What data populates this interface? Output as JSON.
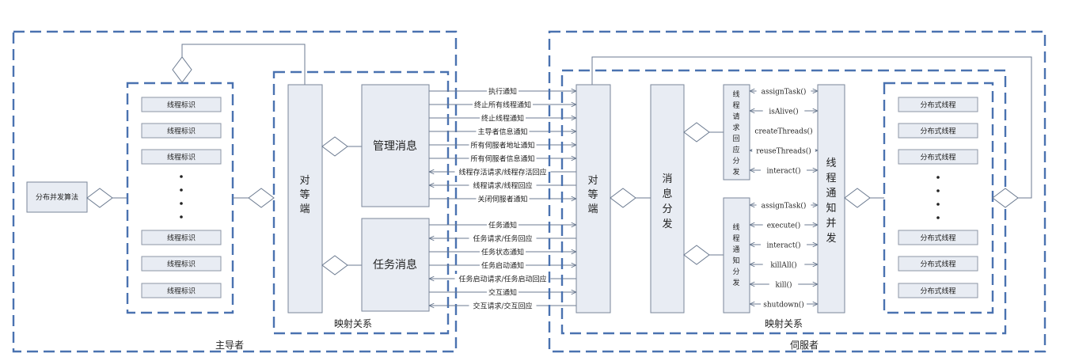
{
  "leader": {
    "caption": "主导者",
    "algorithm": "分布并发算法",
    "thread_ids": [
      "线程标识",
      "线程标识",
      "线程标识",
      "线程标识",
      "线程标识",
      "线程标识"
    ],
    "mapping_caption": "映射关系",
    "peer": [
      "对",
      "等",
      "端"
    ],
    "management_msg": "管理消息",
    "task_msg": "任务消息"
  },
  "messages": {
    "management": [
      "执行通知",
      "终止所有线程通知",
      "终止线程通知",
      "主导者信息通知",
      "所有伺服者地址通知",
      "所有伺服者信息通知",
      "线程存活请求/线程存活回应",
      "线程请求/线程回应",
      "关闭伺服者通知"
    ],
    "management_dir": [
      "right",
      "right",
      "right",
      "right",
      "right",
      "right",
      "left",
      "left",
      "right"
    ],
    "task": [
      "任务通知",
      "任务请求/任务回应",
      "任务状态通知",
      "任务启动通知",
      "任务启动请求/任务启动回应",
      "交互通知",
      "交互请求/交互回应"
    ],
    "task_dir": [
      "right",
      "left",
      "right",
      "right",
      "left",
      "right",
      "left"
    ]
  },
  "server": {
    "caption": "伺服者",
    "mapping_caption": "映射关系",
    "peer": [
      "对",
      "等",
      "端"
    ],
    "dispatch": [
      "消",
      "息",
      "分",
      "发"
    ],
    "thread_request": [
      "线",
      "程",
      "请",
      "求",
      "回",
      "应",
      "分",
      "发"
    ],
    "thread_notify": [
      "线",
      "程",
      "通",
      "知",
      "分",
      "发"
    ],
    "notify_concurrent": [
      "线",
      "程",
      "通",
      "知",
      "并",
      "发"
    ],
    "request_calls": [
      "assignTask()",
      "isAlive()",
      "createThreads()",
      "reuseThreads()",
      "interact()"
    ],
    "notify_calls": [
      "assignTask()",
      "execute()",
      "interact()",
      "killAll()",
      "kill()",
      "shutdown()"
    ],
    "distributed_threads": [
      "分布式线程",
      "分布式线程",
      "分布式线程",
      "分布式线程",
      "分布式线程",
      "分布式线程"
    ]
  }
}
